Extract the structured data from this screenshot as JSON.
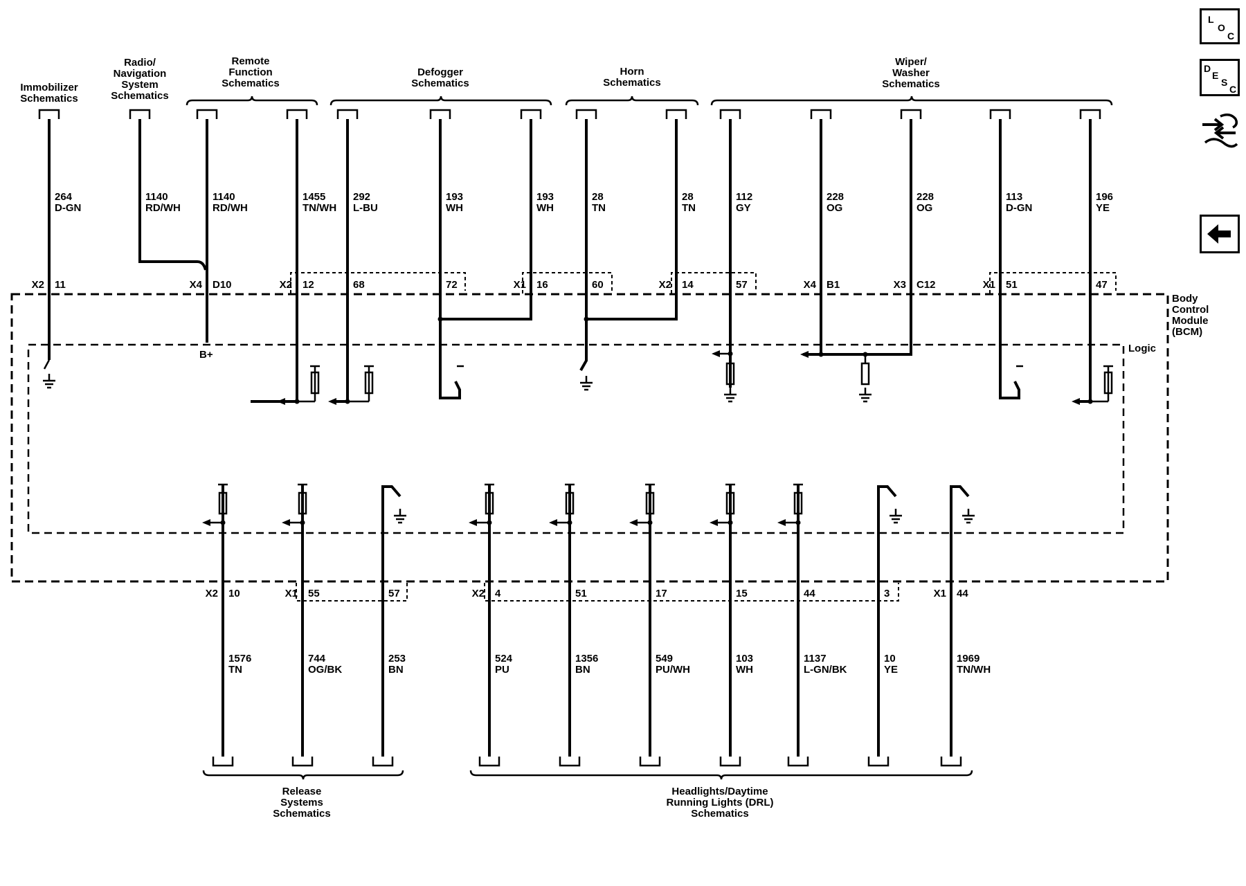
{
  "top_groups": [
    {
      "label": [
        "Immobilizer",
        "Schematics"
      ]
    },
    {
      "label": [
        "Radio/",
        "Navigation",
        "System",
        "Schematics"
      ]
    },
    {
      "label": [
        "Remote",
        "Function",
        "Schematics"
      ]
    },
    {
      "label": [
        "Defogger",
        "Schematics"
      ]
    },
    {
      "label": [
        "Horn",
        "Schematics"
      ]
    },
    {
      "label": [
        "Wiper/",
        "Washer",
        "Schematics"
      ]
    }
  ],
  "bottom_groups": [
    {
      "label": [
        "Release",
        "Systems",
        "Schematics"
      ]
    },
    {
      "label": [
        "Headlights/Daytime",
        "Running Lights (DRL)",
        "Schematics"
      ]
    }
  ],
  "module": {
    "label": [
      "Body",
      "Control",
      "Module",
      "(BCM)"
    ],
    "logic_label": "Logic",
    "bplus": "B+"
  },
  "top_wires": [
    {
      "circuit": "264",
      "color": "D-GN",
      "connector": "X2",
      "pin": "11"
    },
    {
      "circuit": "1140",
      "color": "RD/WH",
      "connector": "",
      "pin": ""
    },
    {
      "circuit": "1140",
      "color": "RD/WH",
      "connector": "X4",
      "pin": "D10"
    },
    {
      "circuit": "1455",
      "color": "TN/WH",
      "connector": "X2",
      "pin": "12"
    },
    {
      "circuit": "292",
      "color": "L-BU",
      "connector": "",
      "pin": "68"
    },
    {
      "circuit": "193",
      "color": "WH",
      "connector": "",
      "pin": "72"
    },
    {
      "circuit": "193",
      "color": "WH",
      "connector": "X1",
      "pin": "16"
    },
    {
      "circuit": "28",
      "color": "TN",
      "connector": "",
      "pin": "60"
    },
    {
      "circuit": "28",
      "color": "TN",
      "connector": "X2",
      "pin": "14"
    },
    {
      "circuit": "112",
      "color": "GY",
      "connector": "",
      "pin": "57"
    },
    {
      "circuit": "228",
      "color": "OG",
      "connector": "X4",
      "pin": "B1"
    },
    {
      "circuit": "228",
      "color": "OG",
      "connector": "X3",
      "pin": "C12"
    },
    {
      "circuit": "113",
      "color": "D-GN",
      "connector": "X1",
      "pin": "51"
    },
    {
      "circuit": "196",
      "color": "YE",
      "connector": "",
      "pin": "47"
    }
  ],
  "bottom_wires": [
    {
      "circuit": "1576",
      "color": "TN",
      "connector": "X2",
      "pin": "10"
    },
    {
      "circuit": "744",
      "color": "OG/BK",
      "connector": "X1",
      "pin": "55"
    },
    {
      "circuit": "253",
      "color": "BN",
      "connector": "",
      "pin": "57"
    },
    {
      "circuit": "524",
      "color": "PU",
      "connector": "X2",
      "pin": "4"
    },
    {
      "circuit": "1356",
      "color": "BN",
      "connector": "",
      "pin": "51"
    },
    {
      "circuit": "549",
      "color": "PU/WH",
      "connector": "",
      "pin": "17"
    },
    {
      "circuit": "103",
      "color": "WH",
      "connector": "",
      "pin": "15"
    },
    {
      "circuit": "1137",
      "color": "L-GN/BK",
      "connector": "",
      "pin": "44"
    },
    {
      "circuit": "10",
      "color": "YE",
      "connector": "",
      "pin": "3"
    },
    {
      "circuit": "1969",
      "color": "TN/WH",
      "connector": "X1",
      "pin": "44"
    }
  ],
  "nav": [
    {
      "name": "location",
      "letters": [
        "L",
        "O",
        "C"
      ]
    },
    {
      "name": "description",
      "letters": [
        "D",
        "E",
        "S",
        "C"
      ]
    },
    {
      "name": "connector-repair",
      "icon": "connector-repair-icon"
    },
    {
      "name": "back",
      "icon": "back-arrow-icon"
    }
  ]
}
